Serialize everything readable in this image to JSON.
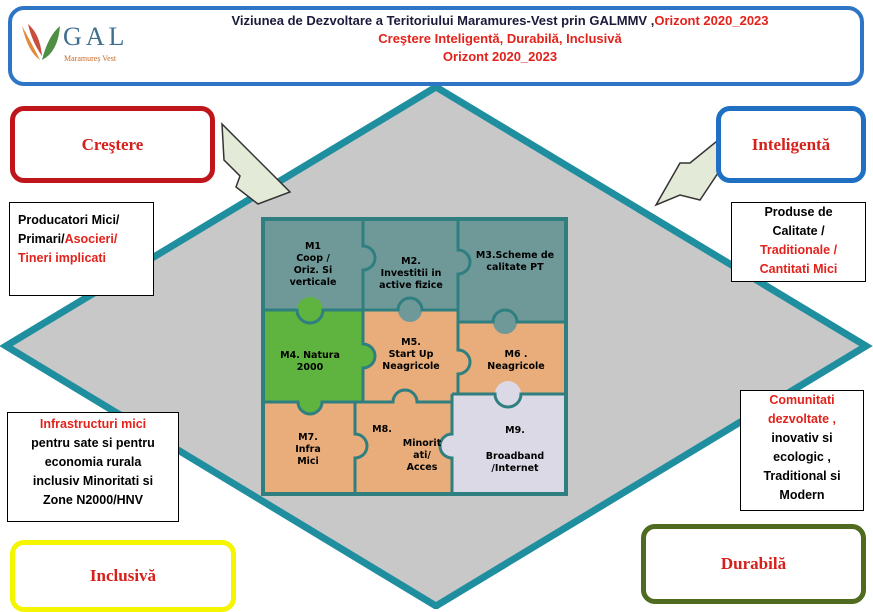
{
  "header": {
    "logo_text": "GAL",
    "logo_subtext": "Maramureș Vest",
    "title_line1_dark": "Viziunea de Dezvoltare a Teritoriului  Maramures-Vest prin GALMMV ,",
    "title_line1_red": "Orizont 2020_2023",
    "title_line2": "Creştere Inteligentă, Durabilă, Inclusivă",
    "title_line3": "Orizont 2020_2023"
  },
  "corners": {
    "crestere": "Creştere",
    "inteligenta": "Inteligentă",
    "inclusiva": "Inclusivă",
    "durabila": "Durabilă"
  },
  "boxes": {
    "left_top": {
      "l1": "Producatori Mici/",
      "l2a": "Primari/",
      "l2b": "Asocieri/",
      "l3": "Tineri implicati"
    },
    "right_top": {
      "l1": "Produse de",
      "l2": "Calitate /",
      "l3": "Traditionale /",
      "l4": "Cantitati Mici"
    },
    "left_bottom": {
      "l1": "Infrastructuri mici",
      "l2": "pentru sate si pentru",
      "l3": "economia rurala",
      "l4": "inclusiv Minoritati si",
      "l5": "Zone N2000/HNV"
    },
    "right_bottom": {
      "l1": "Comunitati",
      "l2": "dezvoltate ,",
      "l3": "inovativ si",
      "l4": "ecologic ,",
      "l5": "Traditional si",
      "l6": "Modern"
    }
  },
  "puzzle": {
    "m1": [
      "M1",
      "Coop /",
      "Oriz. Si",
      "verticale"
    ],
    "m2": [
      "M2.",
      "Investitii in",
      "active fizice"
    ],
    "m3": [
      "M3.Scheme de",
      "calitate PT"
    ],
    "m4": [
      "M4. Natura",
      "2000"
    ],
    "m5": [
      "M5.",
      "Start Up",
      "Neagricole"
    ],
    "m6": [
      "M6 .",
      "Neagricole"
    ],
    "m7": [
      "M7.",
      "Infra",
      "Mici"
    ],
    "m8a": [
      "M8."
    ],
    "m8b": [
      "Minorit",
      "ati/",
      "Acces"
    ],
    "m9": [
      "M9.",
      "Broadband",
      "/Internet"
    ]
  },
  "colors": {
    "diamond_fill": "#c8c8c8",
    "diamond_border": "#1f8fa0",
    "puzzle_teal": "#6f9999",
    "puzzle_orange": "#e8ad7a",
    "puzzle_green": "#5fb33f",
    "puzzle_lavender": "#dcd9e6",
    "accent_red": "#e3221b"
  }
}
